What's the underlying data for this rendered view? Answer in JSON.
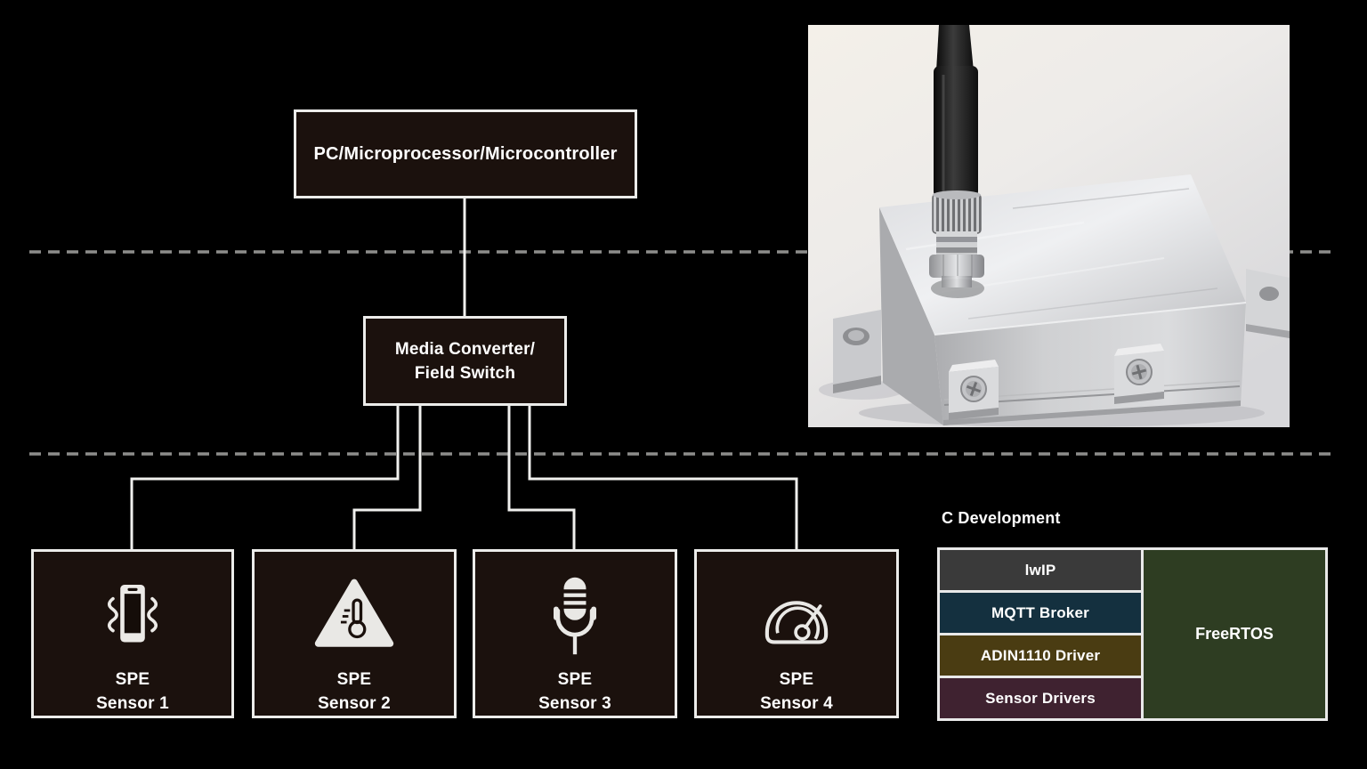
{
  "colors": {
    "background": "#000000",
    "box_fill": "#1b110d",
    "box_border": "#ececea",
    "line": "#f0f0ee",
    "dashed_line": "#8d8d8b",
    "stack_border": "#e9e9e9"
  },
  "architecture": {
    "controller_box": "PC/Microprocessor/Microcontroller",
    "converter_box_line1": "Media Converter/",
    "converter_box_line2": "Field Switch",
    "sensors": [
      {
        "line1": "SPE",
        "line2": "Sensor 1",
        "icon": "vibration-icon"
      },
      {
        "line1": "SPE",
        "line2": "Sensor 2",
        "icon": "temperature-warning-icon"
      },
      {
        "line1": "SPE",
        "line2": "Sensor 3",
        "icon": "microphone-icon"
      },
      {
        "line1": "SPE",
        "line2": "Sensor 4",
        "icon": "gauge-icon"
      }
    ]
  },
  "software_stack": {
    "title": "C Development",
    "layers": [
      {
        "label": "lwIP",
        "color": "#3a3a3a"
      },
      {
        "label": "MQTT Broker",
        "color": "#14303f"
      },
      {
        "label": "ADIN1110 Driver",
        "color": "#4a3c12"
      },
      {
        "label": "Sensor Drivers",
        "color": "#3f2230"
      }
    ],
    "os": {
      "label": "FreeRTOS",
      "color": "#2e3d22"
    }
  },
  "photo": {
    "alt": "Single pair Ethernet sensor prototype in a metal enclosure with cable"
  }
}
